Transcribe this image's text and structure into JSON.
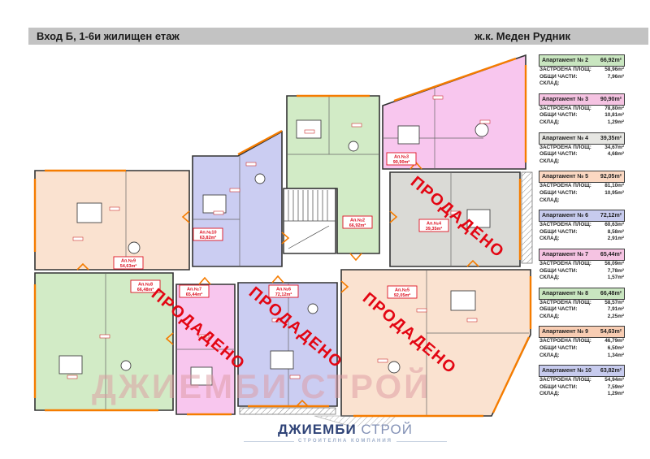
{
  "header": {
    "title_left": "Вход Б, 1-6и жилищен етаж",
    "title_right": "ж.к. Меден Рудник"
  },
  "sidebar": {
    "row_labels": {
      "built": "ЗАСТРОЕНА ПЛОЩ:",
      "common": "ОБЩИ ЧАСТИ:",
      "storage": "СКЛАД:"
    },
    "apartments": [
      {
        "title": "Апартамент № 2",
        "total": "66,92m²",
        "built": "58,96m²",
        "common": "7,96m²",
        "storage": "",
        "color": "#c9e6c0"
      },
      {
        "title": "Апартамент № 3",
        "total": "90,90m²",
        "built": "78,80m²",
        "common": "10,81m²",
        "storage": "1,29m²",
        "color": "#f5c3e2"
      },
      {
        "title": "Апартамент № 4",
        "total": "39,35m²",
        "built": "34,67m²",
        "common": "4,68m²",
        "storage": "",
        "color": "#e6e6e2"
      },
      {
        "title": "Апартамент № 5",
        "total": "92,05m²",
        "built": "81,10m²",
        "common": "10,95m²",
        "storage": "",
        "color": "#fbd8c2"
      },
      {
        "title": "Апартамент № 6",
        "total": "72,12m²",
        "built": "60,63m²",
        "common": "8,58m²",
        "storage": "2,91m²",
        "color": "#c7cbee"
      },
      {
        "title": "Апартамент № 7",
        "total": "65,44m²",
        "built": "56,09m²",
        "common": "7,78m²",
        "storage": "1,57m²",
        "color": "#f5c3e2"
      },
      {
        "title": "Апартамент № 8",
        "total": "66,48m²",
        "built": "58,57m²",
        "common": "7,91m²",
        "storage": "2,25m²",
        "color": "#c9e6c0"
      },
      {
        "title": "Апартамент № 9",
        "total": "54,63m²",
        "built": "46,79m²",
        "common": "6,50m²",
        "storage": "1,34m²",
        "color": "#f8cdb3"
      },
      {
        "title": "Апартамент № 10",
        "total": "63,82m²",
        "built": "54,94m²",
        "common": "7,59m²",
        "storage": "1,29m²",
        "color": "#c7cbee"
      }
    ]
  },
  "plan": {
    "sold_stamp": "ПРОДАДЕНО",
    "watermark": "ДЖИЕМБИ СТРОЙ",
    "units": [
      {
        "label": "Ап.№2",
        "area": "66,92m²",
        "sold": false
      },
      {
        "label": "Ап.№3",
        "area": "90,90m²",
        "sold": false
      },
      {
        "label": "Ап.№4",
        "area": "39,35m²",
        "sold": true
      },
      {
        "label": "Ап.№5",
        "area": "92,05m²",
        "sold": true
      },
      {
        "label": "Ап.№6",
        "area": "72,12m²",
        "sold": true
      },
      {
        "label": "Ап.№7",
        "area": "65,44m²",
        "sold": true
      },
      {
        "label": "Ап.№8",
        "area": "66,48m²",
        "sold": false
      },
      {
        "label": "Ап.№9",
        "area": "54,63m²",
        "sold": false
      },
      {
        "label": "Ап.№10",
        "area": "63,82m²",
        "sold": false
      }
    ]
  },
  "footer": {
    "brand_primary": "ДЖИЕМБИ",
    "brand_secondary": "СТРОЙ",
    "subtitle": "СТРОИТЕЛНА КОМПАНИЯ"
  },
  "colors": {
    "unit_green": "#d2ebc6",
    "unit_pink": "#f8c6ee",
    "unit_peach": "#fae2d0",
    "unit_periwinkle": "#cbcdf2",
    "unit_gray": "#dadad6",
    "accent_orange": "#f57c00",
    "stamp_red": "#e30613",
    "label_red": "#dd1122",
    "header_bar": "#c3c3c3"
  }
}
